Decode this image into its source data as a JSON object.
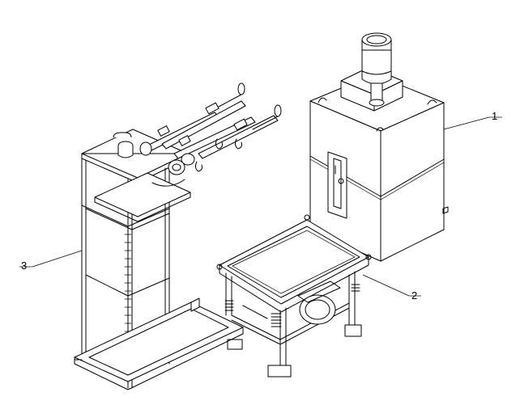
{
  "callouts": {
    "machine": "1",
    "vibrating_frame": "2",
    "rack": "3"
  }
}
